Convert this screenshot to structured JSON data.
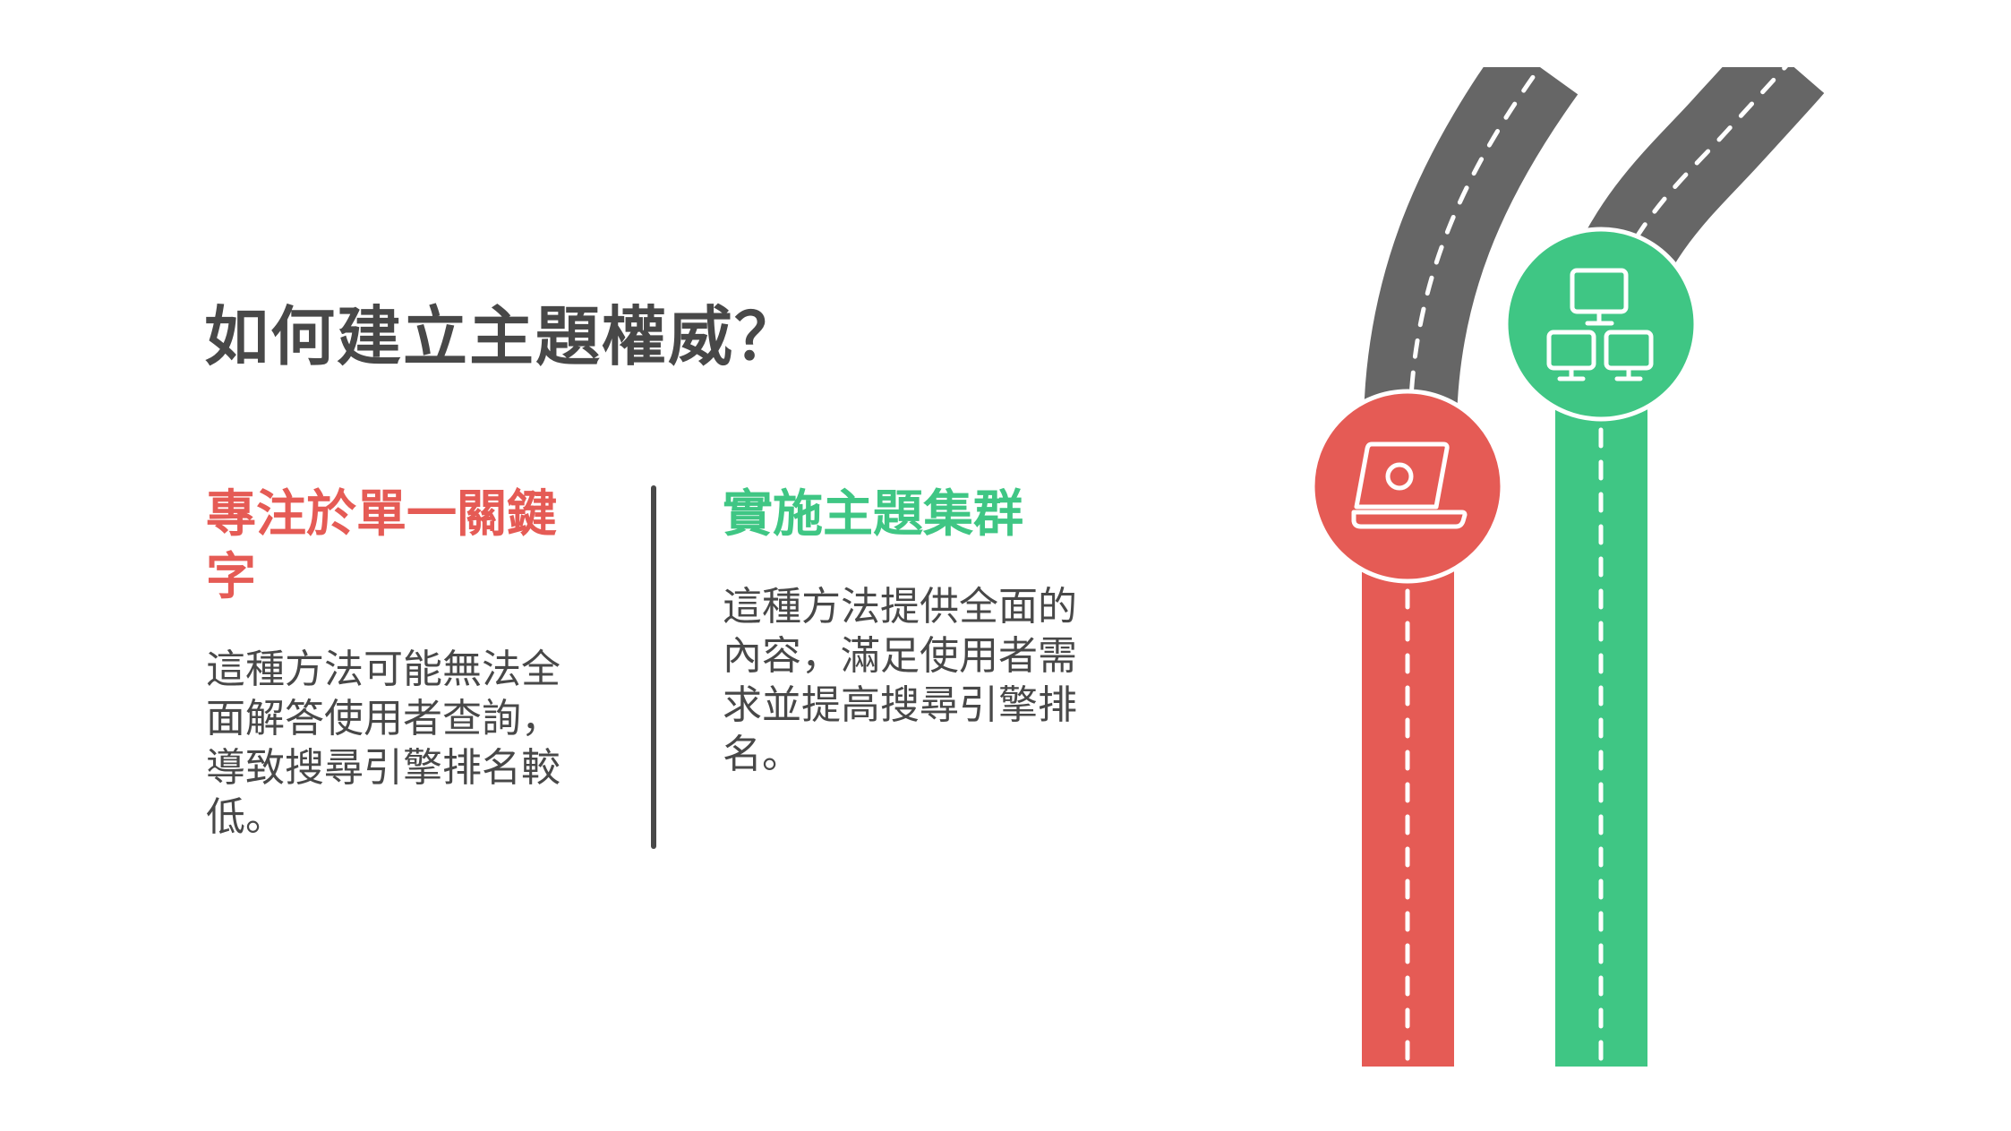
{
  "title": "如何建立主題權威？",
  "options": [
    {
      "heading": "專注於單一關鍵字",
      "description": "這種方法可能無法全面解答使用者查詢，導致搜尋引擎排名較低。",
      "color": "#e55b55",
      "icon": "laptop-icon"
    },
    {
      "heading": "實施主題集群",
      "description": "這種方法提供全面的內容，滿足使用者需求並提高搜尋引擎排名。",
      "color": "#3fc684",
      "icon": "network-computers-icon"
    }
  ],
  "colors": {
    "text": "#484848",
    "road": "#666666",
    "red": "#e55b55",
    "green": "#3fc684",
    "background": "#ffffff"
  }
}
